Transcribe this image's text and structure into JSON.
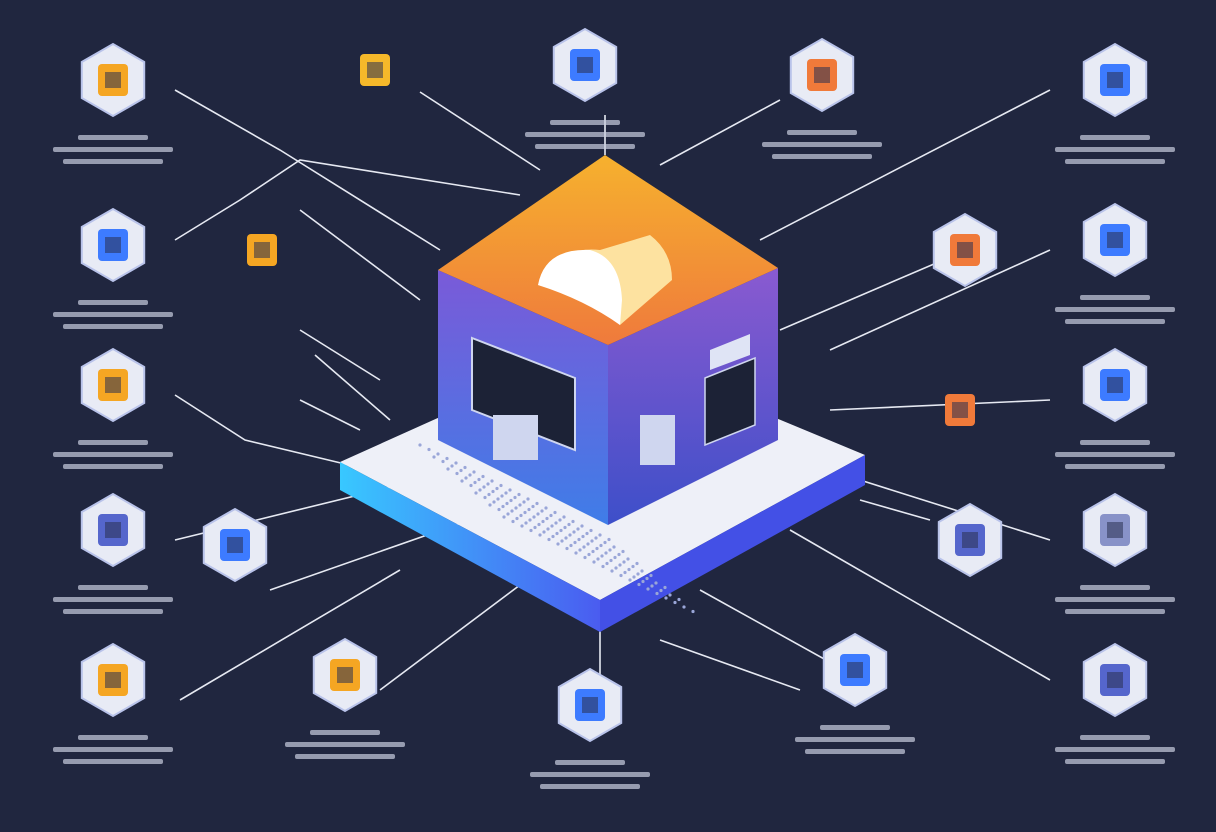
{
  "colors": {
    "background": "#20263f",
    "line": "#e6e9f2",
    "cube_top": "#f4a12c",
    "cube_top_edge": "#f07a3a",
    "cube_side_left": "#4f63d8",
    "cube_side_right": "#5a4fcf",
    "platform": "#e9ecf6",
    "platform_edge": "#3a7bff",
    "hex_fill": "#e8ebf5",
    "label_text": "#c9cde0",
    "accent_orange": "#f5a623",
    "accent_blue": "#3d7bff"
  },
  "nodes": [
    {
      "id": "cloud-storage",
      "icon": "cloud-box-icon"
    },
    {
      "id": "server-rack",
      "icon": "server-icon"
    },
    {
      "id": "keyboard",
      "icon": "keyboard-icon"
    },
    {
      "id": "storage-unit",
      "icon": "storage-icon"
    },
    {
      "id": "data-center",
      "icon": "datacenter-icon"
    },
    {
      "id": "mobile",
      "icon": "mobile-icon"
    },
    {
      "id": "printer",
      "icon": "printer-icon"
    },
    {
      "id": "hardware-box",
      "icon": "hardware-icon"
    },
    {
      "id": "device",
      "icon": "device-icon"
    },
    {
      "id": "monitor",
      "icon": "monitor-icon"
    },
    {
      "id": "security",
      "icon": "shield-icon"
    },
    {
      "id": "cube",
      "icon": "cube-icon"
    },
    {
      "id": "network-hub",
      "icon": "network-icon"
    },
    {
      "id": "screen",
      "icon": "screen-icon"
    },
    {
      "id": "folder",
      "icon": "folder-icon"
    },
    {
      "id": "document",
      "icon": "document-icon"
    },
    {
      "id": "database",
      "icon": "database-icon"
    },
    {
      "id": "circuit",
      "icon": "circuit-icon"
    },
    {
      "id": "rack-unit",
      "icon": "rack-icon"
    },
    {
      "id": "tablet",
      "icon": "tablet-icon"
    },
    {
      "id": "analytics",
      "icon": "analytics-icon"
    }
  ]
}
